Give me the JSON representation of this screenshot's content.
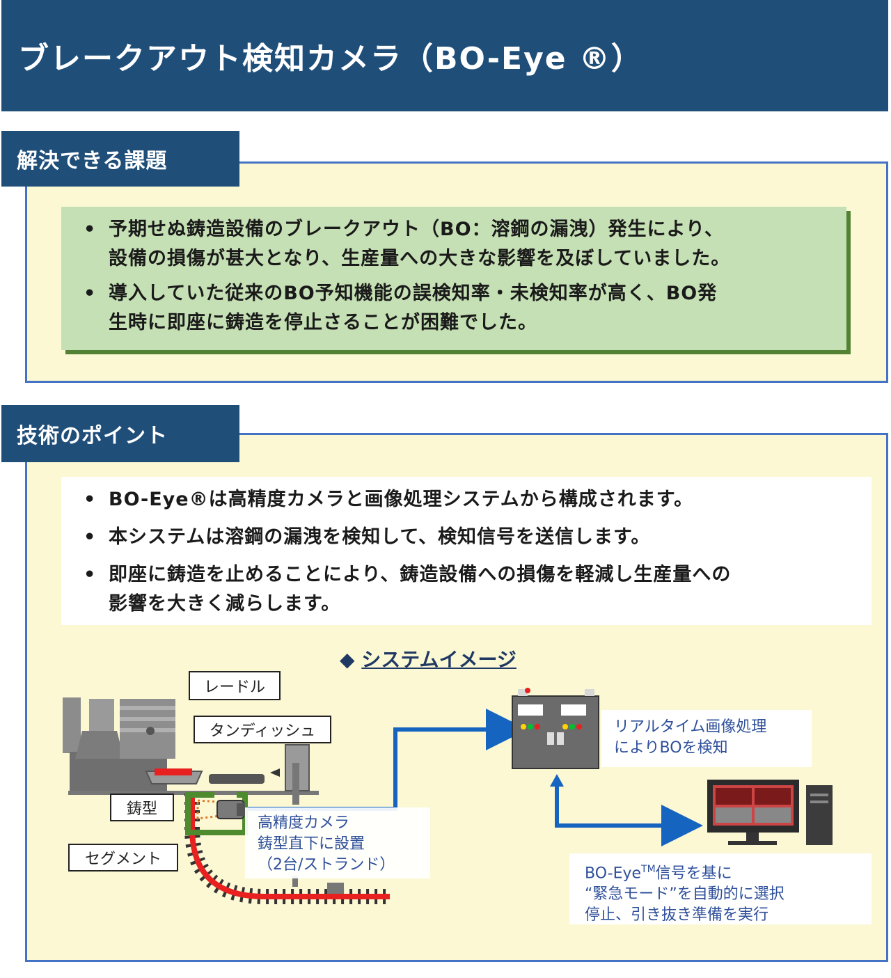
{
  "title": "ブレークアウト検知カメラ（BO-Eye ®）",
  "sections": {
    "issues": {
      "heading": "解決できる課題",
      "bullets": [
        {
          "line1": "予期せぬ鋳造設備のブレークアウト（BO：溶鋼の漏洩）発生により、",
          "line2": "設備の損傷が甚大となり、生産量への大きな影響を及ぼしていました。"
        },
        {
          "line1": "導入していた従来のBO予知機能の誤検知率・未検知率が高く、BO発",
          "line2": "生時に即座に鋳造を停止さることが困難でした。"
        }
      ]
    },
    "tech": {
      "heading": "技術のポイント",
      "bullets": [
        {
          "line1": "BO-Eye®は高精度カメラと画像処理システムから構成されます。",
          "line2": ""
        },
        {
          "line1": "本システムは溶鋼の漏洩を検知して、検知信号を送信します。",
          "line2": ""
        },
        {
          "line1": "即座に鋳造を止めることにより、鋳造設備への損傷を軽減し生産量への",
          "line2": "影響を大きく減らします。"
        }
      ]
    }
  },
  "bullet_symbol": "•",
  "diagram": {
    "title_marker": "◆",
    "title": "システムイメージ",
    "labels": {
      "ladle": "レードル",
      "tundish": "タンディッシュ",
      "mold": "鋳型",
      "segment": "セグメント"
    },
    "camera_note": [
      "高精度カメラ",
      "鋳型直下に設置",
      "（2台/ストランド）"
    ],
    "processing_note": [
      "リアルタイム画像処理",
      "によりBOを検知"
    ],
    "control_note": {
      "line1_prefix": "BO-Eye",
      "line1_sup": "TM",
      "line1_suffix": "信号を基に",
      "line2": "“緊急モード”を自動的に選択",
      "line3": "停止、引き抜き準備を実行"
    },
    "colors": {
      "arrow": "#1565c0",
      "steel": "#e82020",
      "mold_frame": "#4e8a2e",
      "camera_beam": "#e07a2a"
    }
  },
  "colors": {
    "title_bg": "#1f4e79",
    "panel_bg": "#fbf8d3",
    "panel_border": "#4472c4",
    "issue_box": "#c5e0b4",
    "issue_shadow": "#548235"
  }
}
